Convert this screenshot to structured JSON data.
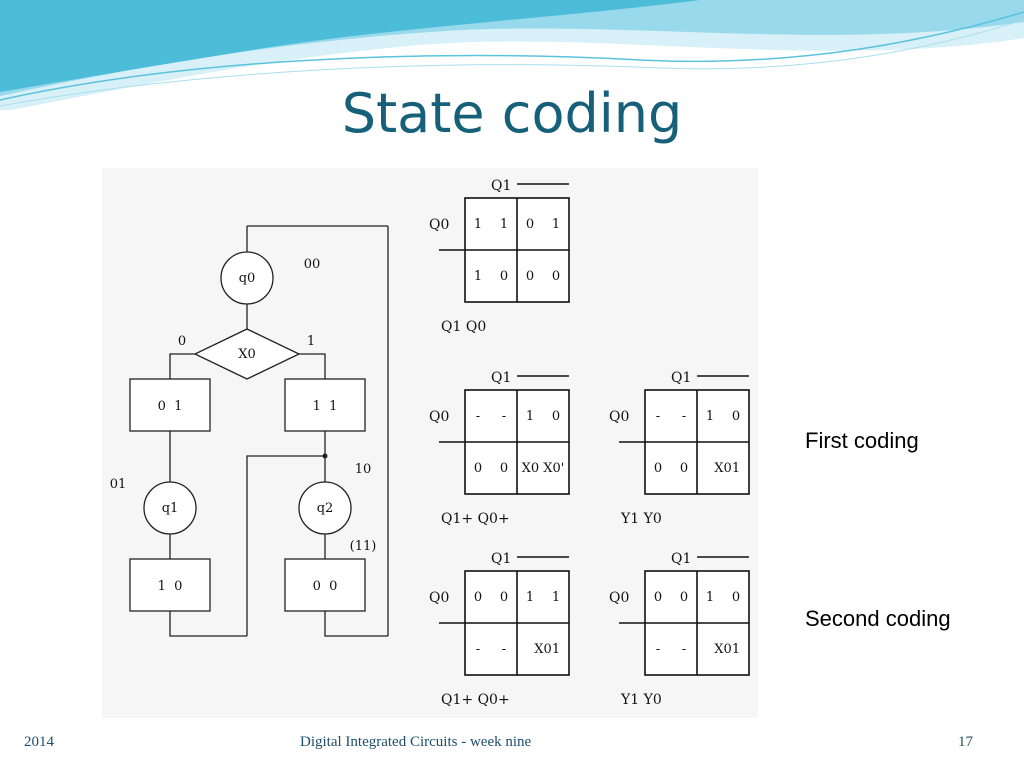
{
  "slide": {
    "title": "State coding",
    "label_first": "First coding",
    "label_second": "Second coding",
    "footer_left": "2014",
    "footer_center": "Digital Integrated Circuits - week nine",
    "footer_right": "17"
  },
  "flowchart": {
    "states": [
      "q0",
      "q1",
      "q2"
    ],
    "decision": "X0",
    "branch_labels": [
      "0",
      "1"
    ],
    "codes": [
      "00",
      "01",
      "10",
      "(11)"
    ],
    "outputs": [
      "0  1",
      "1  1",
      "1  0",
      "0  0"
    ]
  },
  "kmaps": {
    "row_var": "Q0",
    "col_var": "Q1",
    "map1": {
      "cells": [
        "1",
        "1",
        "0",
        "1",
        "1",
        "0",
        "0",
        "0"
      ],
      "caption": "Q1 Q0"
    },
    "map2": {
      "cells": [
        "-",
        "-",
        "1",
        "0",
        "0",
        "0",
        "X0 X0'",
        ""
      ],
      "caption": "Q1+ Q0+"
    },
    "map3": {
      "cells": [
        "-",
        "-",
        "1",
        "0",
        "0",
        "0",
        "X0",
        "1"
      ],
      "caption": "Y1 Y0"
    },
    "map4": {
      "cells": [
        "0",
        "0",
        "1",
        "1",
        "-",
        "-",
        "X0",
        "1"
      ],
      "caption": "Q1+ Q0+"
    },
    "map5": {
      "cells": [
        "0",
        "0",
        "1",
        "0",
        "-",
        "-",
        "X0",
        "1"
      ],
      "caption": "Y1 Y0"
    }
  },
  "colors": {
    "title": "#17607a",
    "footer": "#1d4f6b",
    "wave": "#3fb6d6"
  }
}
